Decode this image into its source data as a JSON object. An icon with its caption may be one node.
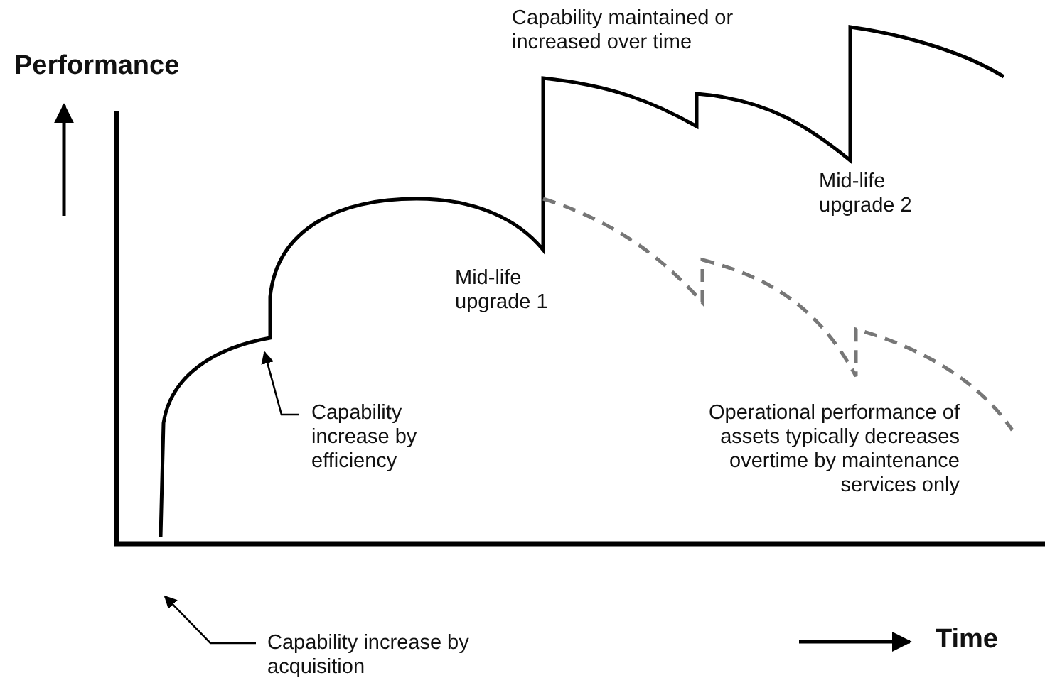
{
  "diagram": {
    "nodes": [
      {
        "text": [
          "Capability increase by efficiency"
        ]
      },
      {
        "text": [
          "Capability increase by acquisition"
        ]
      }
    ],
    "edges": [
      {
        "from": 0,
        "to": null,
        "arrow": "to"
      },
      {
        "from": 1,
        "to": null,
        "arrow": "to"
      }
    ],
    "labels": [
      "Capability maintained or increased over time",
      "Performance",
      "Mid-life upgrade 2",
      "Mid-life upgrade 1",
      "Operational performance of assets typically decreases overtime by maintenance services only",
      "Time"
    ]
  }
}
